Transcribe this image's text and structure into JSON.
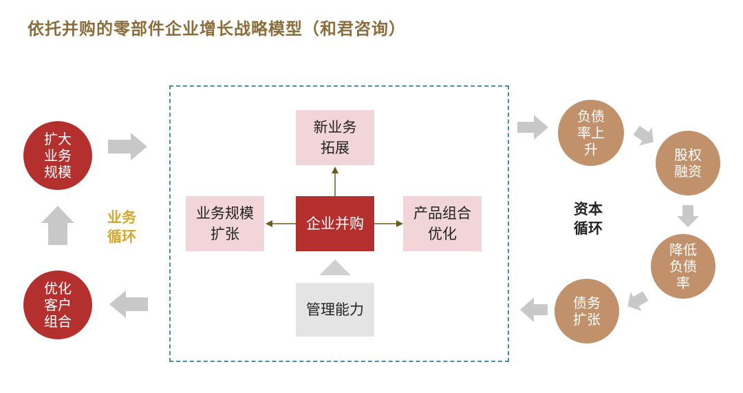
{
  "title": "依托并购的零部件企业增长战略模型（和君咨询）",
  "business_cycle": {
    "label": [
      "业务",
      "循环"
    ],
    "expand_scale": [
      "扩大",
      "业务",
      "规模"
    ],
    "optimize_clients": [
      "优化",
      "客户",
      "组合"
    ]
  },
  "center": {
    "core": "企业并购",
    "new_business": [
      "新业务",
      "拓展"
    ],
    "scale_expansion": [
      "业务规模",
      "扩张"
    ],
    "product_portfolio": [
      "产品组合",
      "优化"
    ],
    "management": "管理能力"
  },
  "capital_cycle": {
    "label": [
      "资本",
      "循环"
    ],
    "debt_rise": [
      "负债",
      "率上",
      "升"
    ],
    "equity_financing": [
      "股权",
      "融资"
    ],
    "debt_reduce": [
      "降低",
      "负债",
      "率"
    ],
    "debt_expansion": [
      "债务",
      "扩张"
    ]
  },
  "colors": {
    "title": "#8a6d3b",
    "red": "#b3302f",
    "tan": "#c0916b",
    "pink": "#f2d5d8",
    "gold_label": "#d7a62a",
    "frame": "#4a8aa8",
    "arrow": "#c8c8c8"
  }
}
